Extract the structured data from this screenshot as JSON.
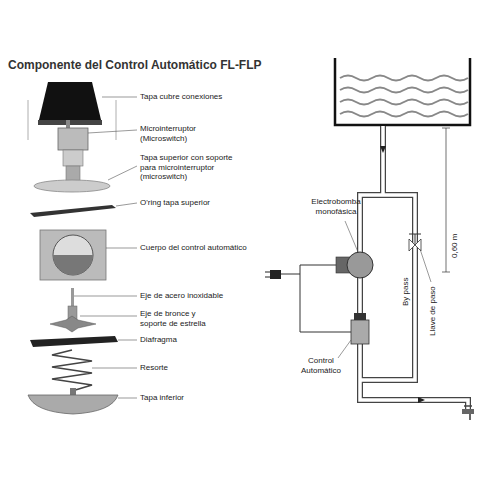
{
  "diagram": {
    "title": "Componente del Control Automático FL-FLP",
    "labels": [
      "Tapa cubre conexiones",
      "Microinterruptor (Microswitch)",
      "Tapa superior con soporte para microinterruptor (microswitch)",
      "O'ring tapa superior",
      "Cuerpo del control automático",
      "Eje de acero inoxidable",
      "Eje de bronce y soporte de estrella",
      "Diafragma",
      "Resorte",
      "Tapa inferior",
      "Electrobomba monofásica",
      "0,60 m",
      "By pass",
      "Llave de paso",
      "Control Automático"
    ]
  }
}
